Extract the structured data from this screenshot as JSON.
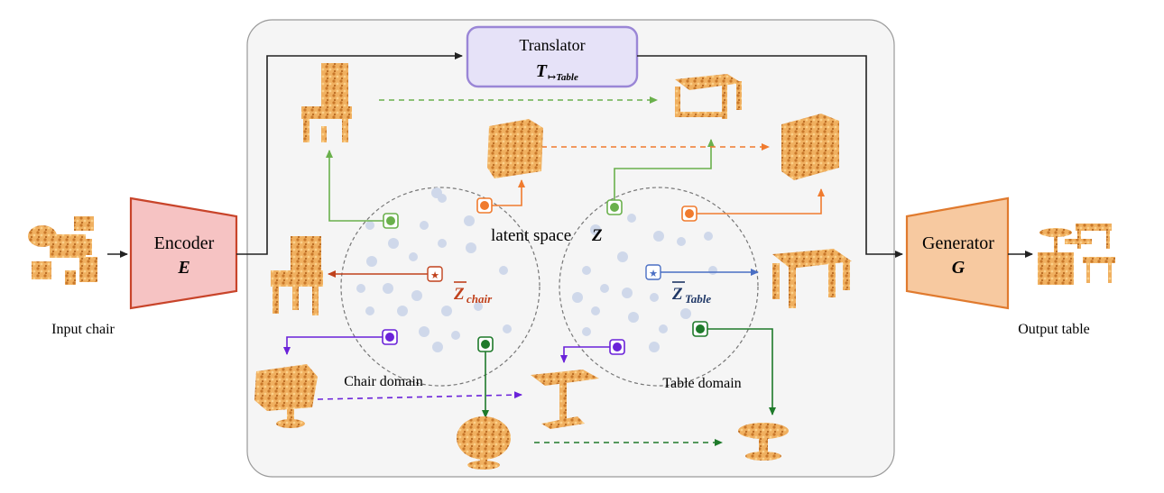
{
  "input_label": "Input chair",
  "output_label": "Output table",
  "encoder": {
    "name": "Encoder",
    "symbol": "E"
  },
  "generator": {
    "name": "Generator",
    "symbol": "G"
  },
  "translator": {
    "name": "Translator",
    "symbol": "T",
    "subscript": "↦Table"
  },
  "latent_space": {
    "text": "latent space",
    "symbol": "Z"
  },
  "chair_domain": {
    "label": "Chair domain",
    "mean_symbol": "Z",
    "mean_subscript": "chair"
  },
  "table_domain": {
    "label": "Table domain",
    "mean_symbol": "Z",
    "mean_subscript": "Table"
  },
  "colors": {
    "encoder_fill": "#f6c3c3",
    "encoder_stroke": "#c8442a",
    "generator_fill": "#f7c9a0",
    "generator_stroke": "#e07a2e",
    "translator_fill": "#e6e2f8",
    "translator_stroke": "#9a86d6",
    "panel_fill": "#f5f5f5",
    "panel_stroke": "#9a9a9a",
    "dot": "#cfd8ea",
    "point_cloud": "#e8a050",
    "green_light": "#6ab04c",
    "orange": "#f07b2e",
    "red": "#c0411c",
    "blue": "#4a6fc4",
    "purple": "#6a22d9",
    "green_dark": "#1e7a2a"
  }
}
